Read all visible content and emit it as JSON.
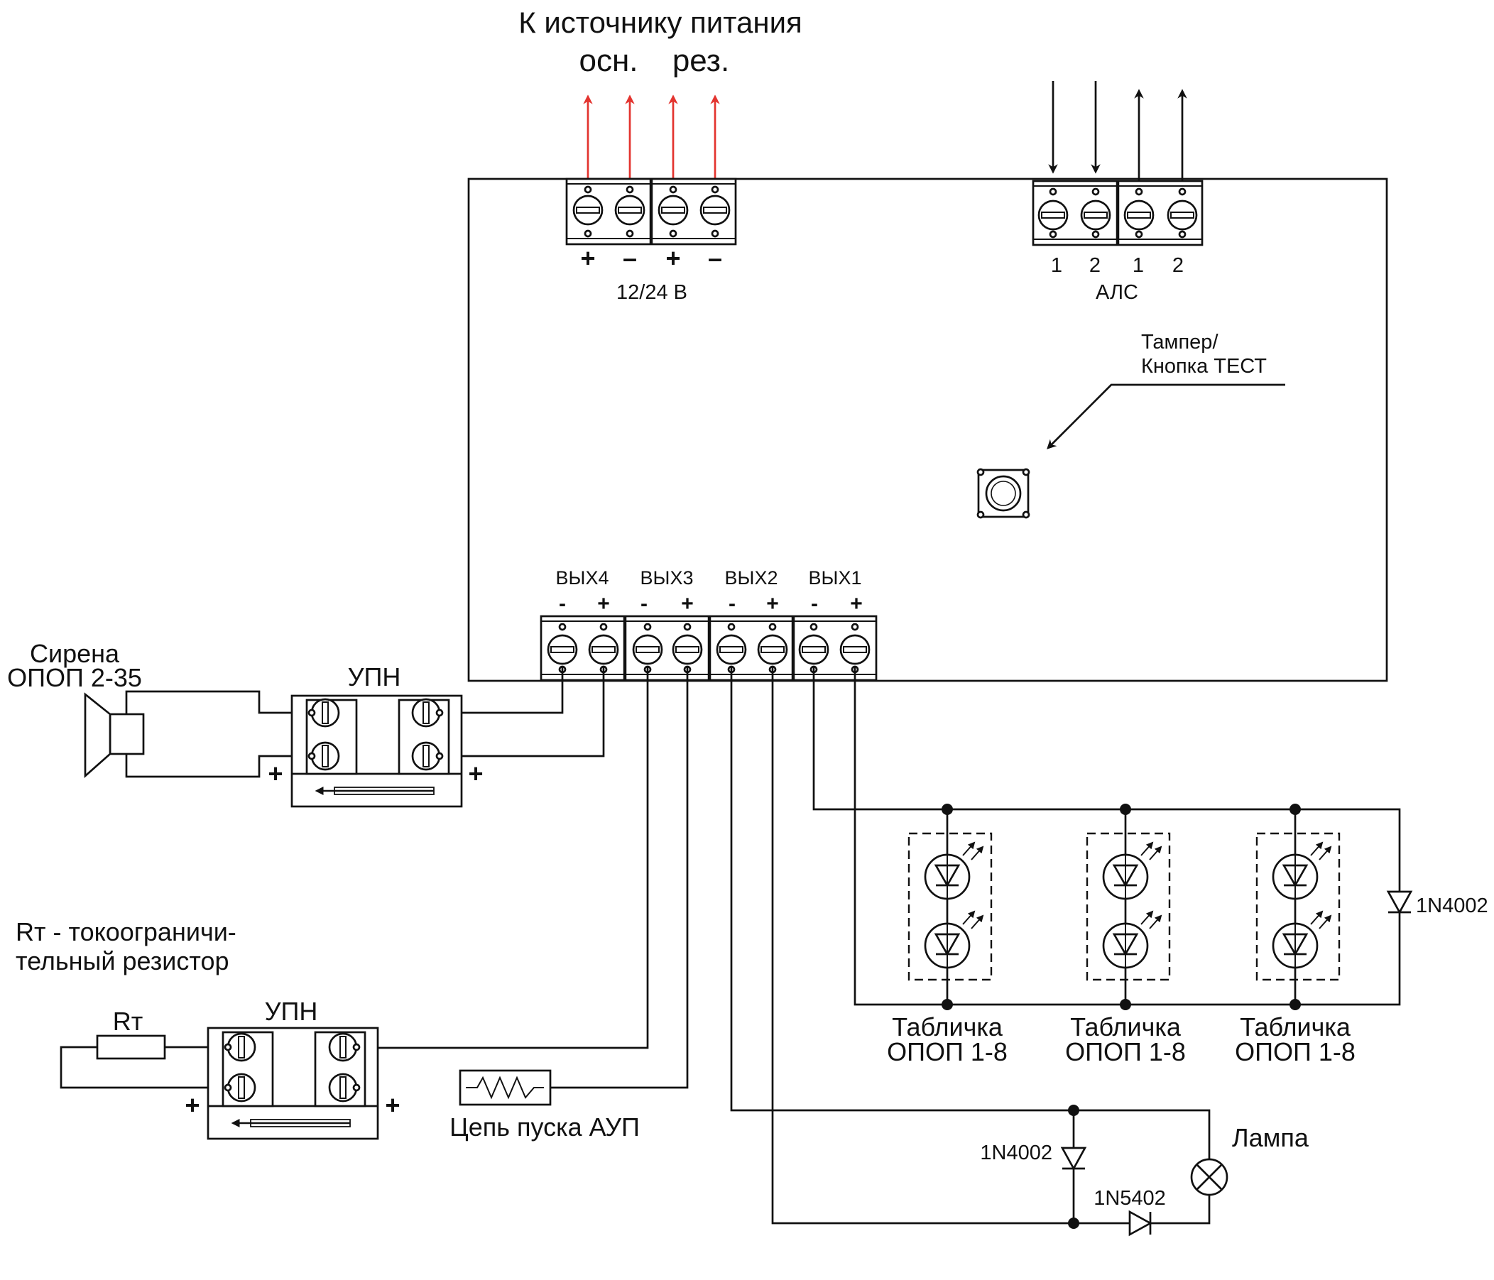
{
  "power": {
    "title": "К источнику питания",
    "main_label": "осн.",
    "reserve_label": "рез.",
    "polarity": [
      "+",
      "–",
      "+",
      "–"
    ],
    "voltage": "12/24 В",
    "arrow_color": "#e3342f"
  },
  "als": {
    "numbers": [
      "1",
      "2",
      "1",
      "2"
    ],
    "label": "АЛС"
  },
  "tamper": {
    "line1": "Тампер/",
    "line2": "Кнопка ТЕСТ"
  },
  "outputs": [
    {
      "label": "ВЫХ4",
      "minus": "-",
      "plus": "+"
    },
    {
      "label": "ВЫХ3",
      "minus": "-",
      "plus": "+"
    },
    {
      "label": "ВЫХ2",
      "minus": "-",
      "plus": "+"
    },
    {
      "label": "ВЫХ1",
      "minus": "-",
      "plus": "+"
    }
  ],
  "siren": {
    "line1": "Сирена",
    "line2": "ОПОП 2-35"
  },
  "upn_top": {
    "label": "УПН",
    "plus_left": "+",
    "plus_right": "+"
  },
  "rt_note": {
    "line1": "Rт - токоограничи-",
    "line2": "тельный резистор"
  },
  "resistor": {
    "label": "Rт"
  },
  "upn_bottom": {
    "label": "УПН",
    "plus_left": "+",
    "plus_right": "+"
  },
  "aup": {
    "label": "Цепь пуска АУП"
  },
  "signs": [
    {
      "line1": "Табличка",
      "line2": "ОПОП 1-8"
    },
    {
      "line1": "Табличка",
      "line2": "ОПОП 1-8"
    },
    {
      "line1": "Табличка",
      "line2": "ОПОП 1-8"
    }
  ],
  "diodes": {
    "d1": "1N4002",
    "d2": "1N4002",
    "d3": "1N5402"
  },
  "lamp": {
    "label": "Лампа"
  }
}
